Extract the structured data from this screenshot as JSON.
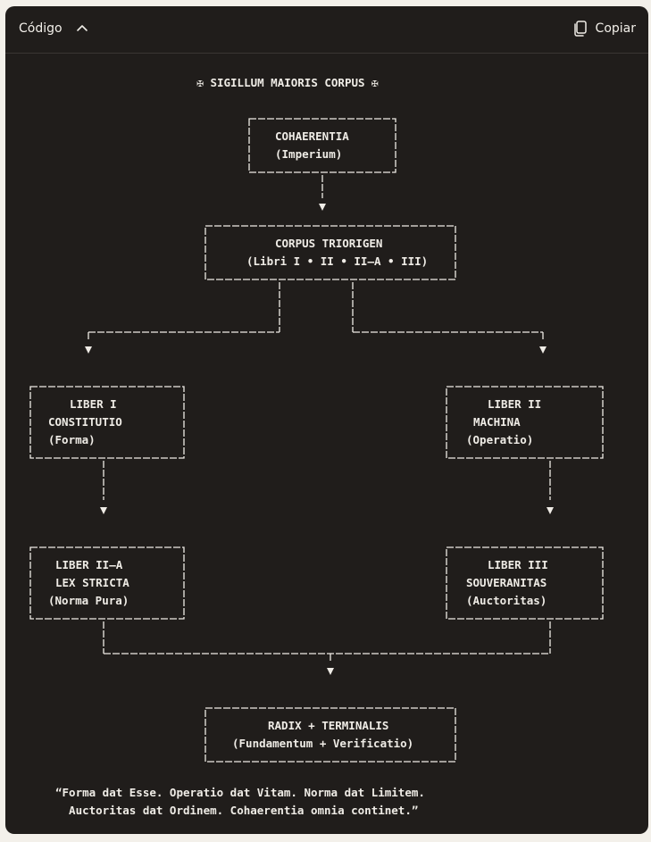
{
  "header": {
    "language": "Código",
    "copy_label": "Copiar"
  },
  "icons": {
    "collapse": "chevron-up-icon",
    "copy": "copy-icon"
  },
  "diagram": {
    "title": "✠ SIGILLUM MAIORIS CORPUS ✠",
    "root": {
      "line1": "COHAERENTIA",
      "line2": "(Imperium)"
    },
    "corpus": {
      "line1": "CORPUS TRIORIGEN",
      "line2": "(Libri I • II • II–A • III)"
    },
    "liber1": {
      "line1": "LIBER I",
      "line2": "CONSTITUTIO",
      "line3": "(Forma)"
    },
    "liber2": {
      "line1": "LIBER II",
      "line2": "MACHINA",
      "line3": "(Operatio)"
    },
    "liber2a": {
      "line1": "LIBER II–A",
      "line2": "LEX STRICTA",
      "line3": "(Norma Pura)"
    },
    "liber3": {
      "line1": "LIBER III",
      "line2": "SOUVERANITAS",
      "line3": "(Auctoritas)"
    },
    "radix": {
      "line1": "RADIX + TERMINALIS",
      "line2": "(Fundamentum + Verificatio)"
    }
  },
  "quote": {
    "line1": "“Forma dat Esse. Operatio dat Vitam. Norma dat Limitem.",
    "line2": "  Auctoritas dat Ordinem. Cohaerentia omnia continet.”"
  }
}
